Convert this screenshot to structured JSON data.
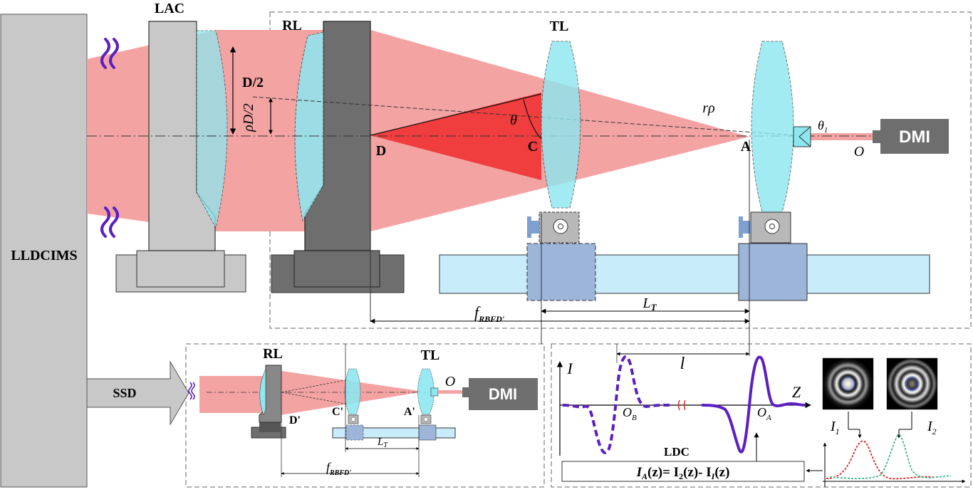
{
  "labels": {
    "lldcims": "LLDCIMS",
    "lac": "LAC",
    "rl_top": "RL",
    "tl_top": "TL",
    "d_half": "D/2",
    "rho_d_half": "ρD/2",
    "theta": "θ",
    "r_rho": "rρ",
    "theta1": "θ",
    "theta1_sub": "1",
    "o_top": "O",
    "d_point": "D",
    "c_point": "C",
    "a_point": "A",
    "dmi_top": "DMI",
    "f_main": "f",
    "f_sub": "RBFD'",
    "lt_main": "L",
    "lt_sub": "T",
    "ssd": "SSD",
    "rl_small": "RL",
    "tl_small": "TL",
    "o_small": "O",
    "dmi_small": "DMI",
    "d_prime": "D'",
    "c_prime": "C'",
    "a_prime": "A'",
    "lt_small_main": "L",
    "lt_small_sub": "T",
    "f_small_main": "f",
    "f_small_sub": "RBFD'",
    "i_axis": "I",
    "z_axis": "Z",
    "l_dist": "l",
    "ob_main": "O",
    "ob_sub": "B",
    "oa_main": "O",
    "oa_sub": "A",
    "ldc": "LDC",
    "i1_main": "I",
    "i1_sub": "1",
    "i2_main": "I",
    "i2_sub": "2",
    "formula_ia": "I",
    "formula_ia_sub": "A",
    "formula_mid": "(z)= I",
    "formula_i2_sub": "2",
    "formula_mid2": "(z)- I",
    "formula_i1_sub": "I",
    "formula_end": "(z)"
  },
  "colors": {
    "beam": "#f4a3a3",
    "beam_dark": "#ee2b2b",
    "lens": "#8de7f0",
    "rail": "#c9ecfb",
    "carriage": "#9db5d9",
    "gray_light": "#c9c9c9",
    "gray_dark": "#6e6e6e",
    "purple": "#5b1fc2",
    "green": "#3fb58a",
    "red": "#e02020"
  }
}
